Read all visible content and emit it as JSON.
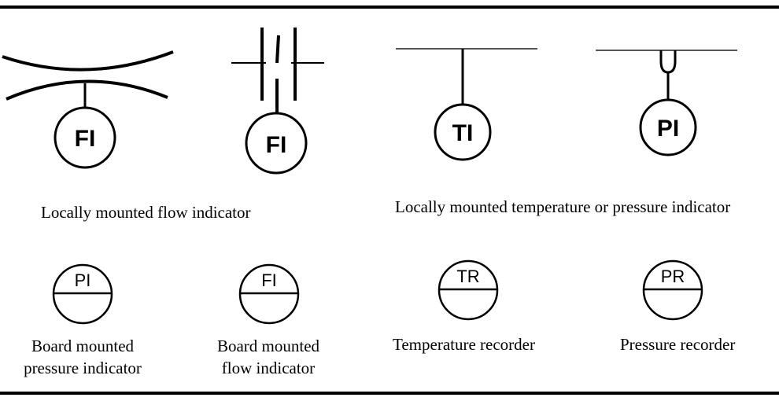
{
  "symbols": {
    "flow_restrictor_fi": "FI",
    "orifice_fi": "FI",
    "temp_ti": "TI",
    "pressure_pi": "PI",
    "board_pi": "PI",
    "board_fi": "FI",
    "recorder_tr": "TR",
    "recorder_pr": "PR"
  },
  "captions": {
    "local_flow": "Locally mounted flow indicator",
    "local_temp_pressure": "Locally mounted temperature or pressure indicator",
    "board_pressure_line1": "Board mounted",
    "board_pressure_line2": "pressure indicator",
    "board_flow_line1": "Board mounted",
    "board_flow_line2": "flow indicator",
    "temp_recorder": "Temperature recorder",
    "pressure_recorder": "Pressure recorder"
  }
}
